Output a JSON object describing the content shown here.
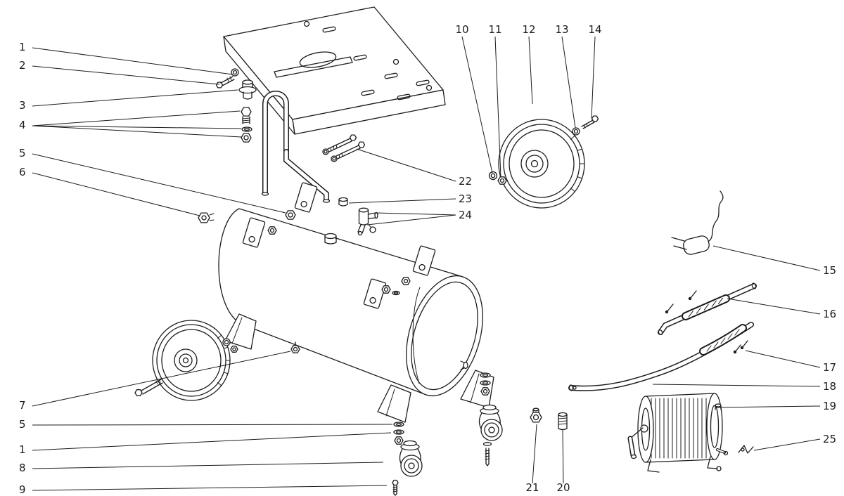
{
  "figure": {
    "colors": {
      "background": "#ffffff",
      "line": "#1c1c1c"
    },
    "callouts": [
      {
        "id": "1-top",
        "label": "1"
      },
      {
        "id": "2",
        "label": "2"
      },
      {
        "id": "3",
        "label": "3"
      },
      {
        "id": "4",
        "label": "4"
      },
      {
        "id": "5-top",
        "label": "5"
      },
      {
        "id": "6",
        "label": "6"
      },
      {
        "id": "7",
        "label": "7"
      },
      {
        "id": "5-bottom",
        "label": "5"
      },
      {
        "id": "1-bottom",
        "label": "1"
      },
      {
        "id": "8",
        "label": "8"
      },
      {
        "id": "9",
        "label": "9"
      },
      {
        "id": "10",
        "label": "10"
      },
      {
        "id": "11",
        "label": "11"
      },
      {
        "id": "12",
        "label": "12"
      },
      {
        "id": "13",
        "label": "13"
      },
      {
        "id": "14",
        "label": "14"
      },
      {
        "id": "22",
        "label": "22"
      },
      {
        "id": "23",
        "label": "23"
      },
      {
        "id": "24",
        "label": "24"
      },
      {
        "id": "15",
        "label": "15"
      },
      {
        "id": "16",
        "label": "16"
      },
      {
        "id": "17",
        "label": "17"
      },
      {
        "id": "18",
        "label": "18"
      },
      {
        "id": "19",
        "label": "19"
      },
      {
        "id": "25",
        "label": "25"
      },
      {
        "id": "21",
        "label": "21"
      },
      {
        "id": "20",
        "label": "20"
      }
    ]
  }
}
